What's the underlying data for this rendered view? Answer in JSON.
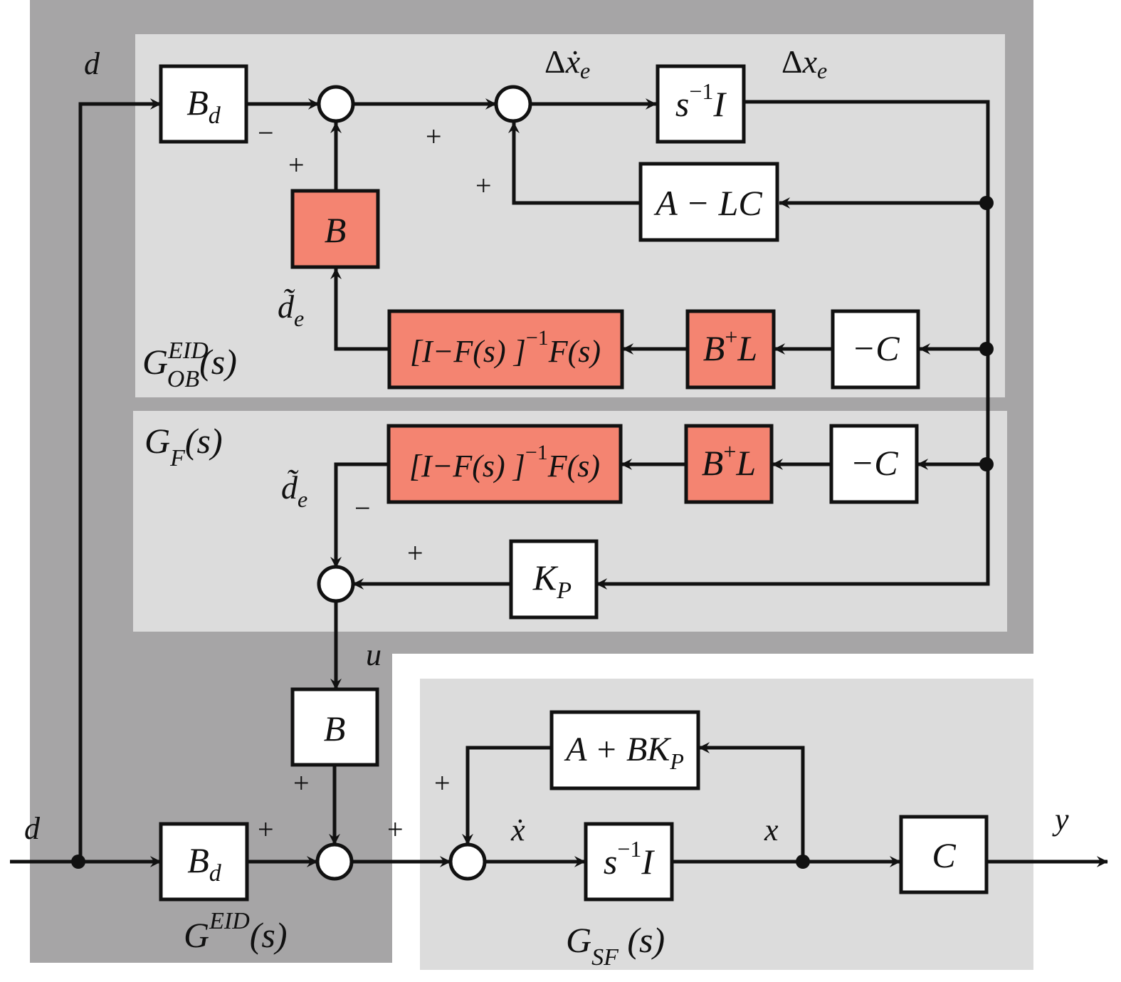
{
  "regions": {
    "outer_label": {
      "main": "G",
      "sup": "EID",
      "tail": "(s)"
    },
    "observer_label": {
      "main": "G",
      "sup": "EID",
      "sub": "OB",
      "tail": "(s)"
    },
    "filter_label": {
      "main": "G",
      "sub": "F",
      "tail": "(s)"
    },
    "plant_label": {
      "main": "G",
      "sub": "SF",
      "tail": " (s)"
    }
  },
  "blocks": {
    "bd_top": {
      "main": "B",
      "sub": "d"
    },
    "integrator_obs": {
      "main": "s",
      "sup": "−1",
      "tail": "I"
    },
    "a_minus_lc": "A − LC",
    "b_obs": "B",
    "filter_obs": {
      "pre": "[I−F(s) ]",
      "sup": "−1",
      "post": "F(s)"
    },
    "bplus_l_obs": {
      "main": "B",
      "sup": "+",
      "tail": "L"
    },
    "neg_c_obs": "−C",
    "filter_f": {
      "pre": "[I−F(s) ]",
      "sup": "−1",
      "post": "F(s)"
    },
    "bplus_l_f": {
      "main": "B",
      "sup": "+",
      "tail": "L"
    },
    "neg_c_f": "−C",
    "kp": {
      "main": "K",
      "sub": "P"
    },
    "b_input": "B",
    "bd_bottom": {
      "main": "B",
      "sub": "d"
    },
    "a_plus_bkp": {
      "main": "A + BK",
      "sub": "P"
    },
    "integrator_plant": {
      "main": "s",
      "sup": "−1",
      "tail": "I"
    },
    "c_out": "C"
  },
  "signals": {
    "d_top": "d",
    "d_left": "d",
    "dx_e": {
      "delta": "Δ",
      "var": "ẋ",
      "sub": "e"
    },
    "x_e": {
      "delta": "Δ",
      "var": "x",
      "sub": "e"
    },
    "d_tilde_obs": {
      "var": "d̃",
      "sub": "e"
    },
    "d_tilde_f": {
      "var": "d̃",
      "sub": "e"
    },
    "u": "u",
    "x_dot": "ẋ",
    "x": "x",
    "y": "y"
  },
  "signs": {
    "plus": "+",
    "minus": "−"
  },
  "colors": {
    "outer_region": "#a6a5a6",
    "inner_region": "#dcdcdc",
    "highlight_block": "#f48471",
    "plain_block": "#ffffff",
    "line": "#111111"
  }
}
